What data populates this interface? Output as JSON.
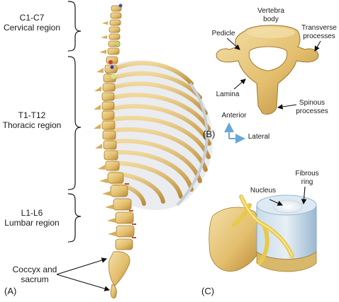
{
  "panel_a": {
    "letter": "(A)",
    "regions": [
      {
        "name": "C1-C7",
        "desc": "Cervical region"
      },
      {
        "name": "T1-T12",
        "desc": "Thoracic region"
      },
      {
        "name": "L1-L6",
        "desc": "Lumbar region"
      }
    ],
    "coccyx": {
      "line1": "Coccyx and",
      "line2": "sacrum"
    }
  },
  "panel_b": {
    "letter": "(B)",
    "labels": {
      "vertebra_body_1": "Vertebra",
      "vertebra_body_2": "body",
      "pedicle": "Pedicle",
      "transverse_1": "Transverse",
      "transverse_2": "processes",
      "lamina": "Lamina",
      "spinous_1": "Spinous",
      "spinous_2": "processes",
      "anterior": "Anterior",
      "lateral": "Lateral"
    }
  },
  "panel_c": {
    "letter": "(C)",
    "labels": {
      "nucleus": "Nucleus",
      "fibrous_1": "Fibrous",
      "fibrous_2": "ring"
    }
  },
  "colors": {
    "bone": "#e3bf6e",
    "bone_dark": "#b98d3a",
    "bone_light": "#f2dca3",
    "disc": "#a9c6dc",
    "disc_light": "#dbe8f2",
    "axis_arrow": "#6aa7d6",
    "callout": "#111111"
  }
}
